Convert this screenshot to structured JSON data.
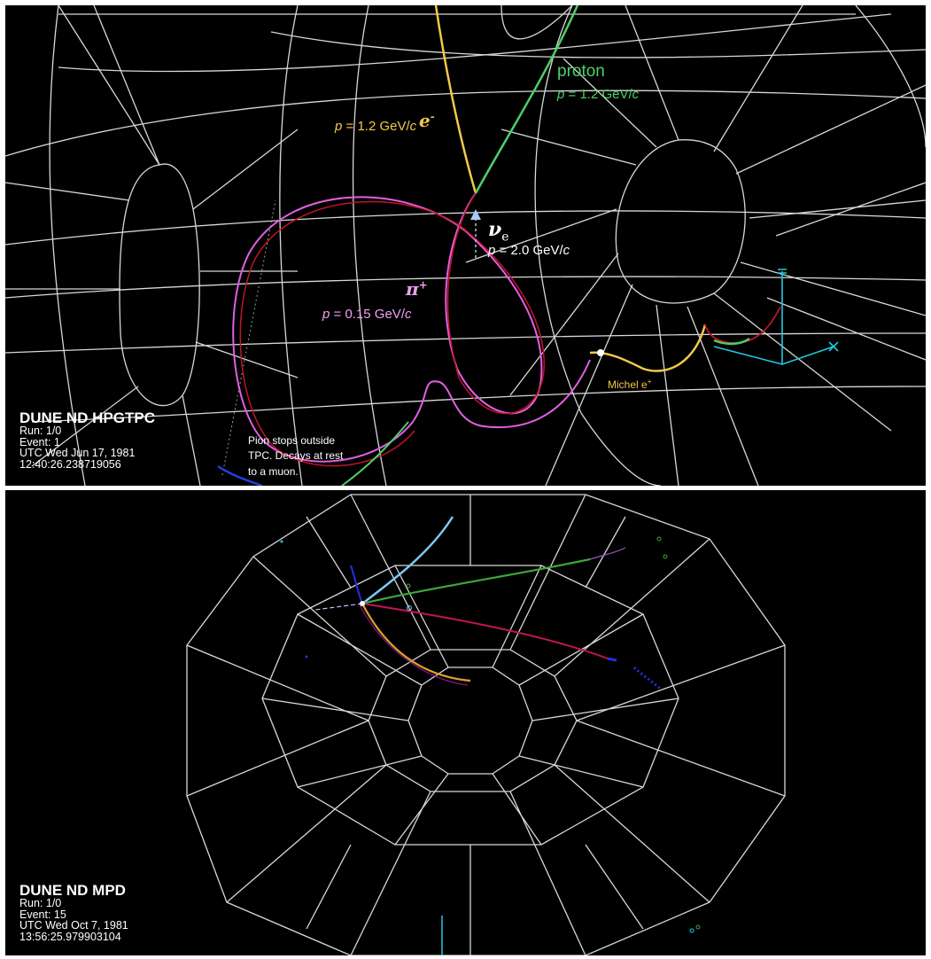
{
  "top_panel": {
    "title": "DUNE ND HPGTPC",
    "run": "Run:   1/0",
    "event": "Event: 1",
    "utc": "UTC Wed Jun 17, 1981",
    "time": "12:40:26.238719056",
    "labels": {
      "electron_symbol": "e",
      "electron_sup": "-",
      "electron_p_var": "p",
      "electron_p_val": " = 1.2 GeV/",
      "electron_p_c": "c",
      "proton_name": "proton",
      "proton_p_var": "p",
      "proton_p_val": " = 1.2 GeV/",
      "proton_p_c": "c",
      "nu_symbol": "ν",
      "nu_sub": "e",
      "nu_p_var": "p",
      "nu_p_val": " = 2.0 GeV/",
      "nu_p_c": "c",
      "pion_symbol": "π",
      "pion_sup": "+",
      "pion_p_var": "p",
      "pion_p_val": " = 0.15 GeV/",
      "pion_p_c": "c",
      "michel": "Michel e",
      "michel_sup": "+"
    },
    "note_lines": [
      "Pion stops outside",
      "TPC.  Decays at rest",
      "to a muon."
    ]
  },
  "bottom_panel": {
    "title": "DUNE ND MPD",
    "run": "Run:   1/0",
    "event": "Event: 15",
    "utc": "UTC Wed Oct 7, 1981",
    "time": "13:56:25.979903104"
  },
  "colors": {
    "background": "#000000",
    "geometry": "#d8d8d8",
    "electron": "#f2c94c",
    "proton": "#4ccf6a",
    "neutrino": "#a9c9f0",
    "pion": "#e060e0",
    "pion_label": "#f0a0f0",
    "axes": "#22c8e0",
    "michel": "#f2c94c",
    "red_track": "#c0142a"
  }
}
